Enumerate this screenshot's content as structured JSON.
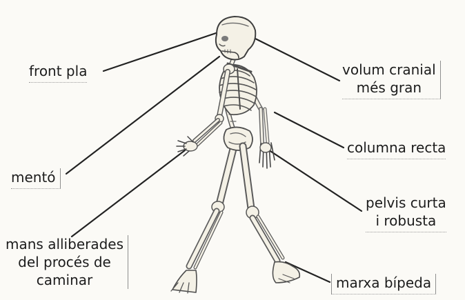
{
  "labels": {
    "front": [
      "front pla"
    ],
    "volum": [
      "volum cranial",
      "més gran"
    ],
    "columna": [
      "columna recta"
    ],
    "mento": [
      "mentó"
    ],
    "pelvis": [
      "pelvis curta",
      "i robusta"
    ],
    "mans": [
      "mans alliberades",
      "del procés de",
      "caminar"
    ],
    "marxa": [
      "marxa bípeda"
    ]
  },
  "colors": {
    "ink": "#1c1c1c",
    "bone": "#f4f1e6",
    "shade": "#707070",
    "background": "#fbfaf6"
  },
  "illustration": "walking-human-skeleton"
}
